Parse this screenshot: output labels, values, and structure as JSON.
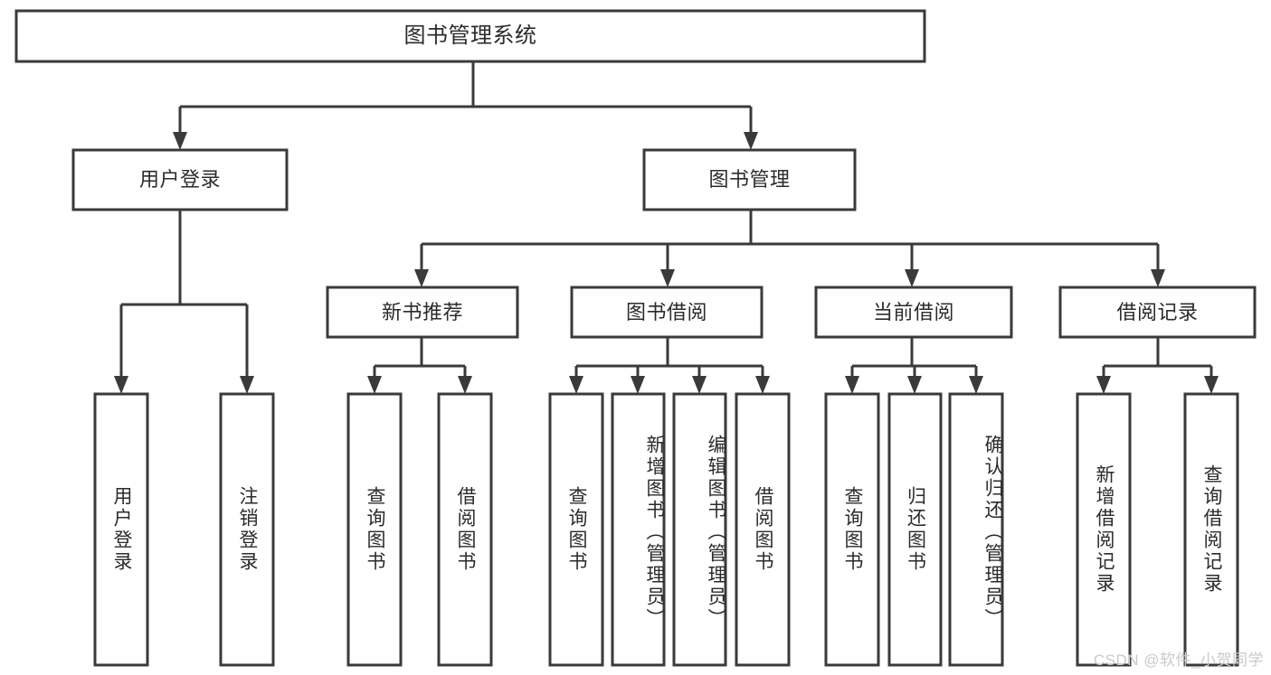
{
  "diagram": {
    "type": "tree",
    "title": "图书管理系统",
    "orientation": "top-down",
    "colors": {
      "box_stroke": "#3a3a3a",
      "box_fill": "#ffffff",
      "connector": "#3a3a3a",
      "text": "#2b2b2b",
      "background": "#ffffff",
      "watermark": "#c9c9c9"
    },
    "levels": {
      "root": [
        "图书管理系统"
      ],
      "level2": [
        "用户登录",
        "图书管理"
      ],
      "level3": [
        "新书推荐",
        "图书借阅",
        "当前借阅",
        "借阅记录"
      ],
      "level4": [
        "用户登录",
        "注销登录",
        "查询图书",
        "借阅图书",
        "查询图书",
        "新增图书（管理员）",
        "编辑图书（管理员）",
        "借阅图书",
        "查询图书",
        "归还图书",
        "确认归还（管理员）",
        "新增借阅记录",
        "查询借阅记录"
      ]
    },
    "nodes": {
      "root": {
        "label": "图书管理系统"
      },
      "user_login": {
        "label": "用户登录"
      },
      "book_manage": {
        "label": "图书管理"
      },
      "new_book_rec": {
        "label": "新书推荐"
      },
      "book_borrow": {
        "label": "图书借阅"
      },
      "current_borrow": {
        "label": "当前借阅"
      },
      "borrow_record": {
        "label": "借阅记录"
      },
      "leaf_user_login": {
        "label": "用户登录"
      },
      "leaf_logout": {
        "label": "注销登录"
      },
      "leaf_query_book_1": {
        "label": "查询图书"
      },
      "leaf_borrow_book_1": {
        "label": "借阅图书"
      },
      "leaf_query_book_2": {
        "label": "查询图书"
      },
      "leaf_add_book": {
        "label": "新增图书（管理员）"
      },
      "leaf_edit_book": {
        "label": "编辑图书（管理员）"
      },
      "leaf_borrow_book_2": {
        "label": "借阅图书"
      },
      "leaf_query_book_3": {
        "label": "查询图书"
      },
      "leaf_return_book": {
        "label": "归还图书"
      },
      "leaf_confirm_return": {
        "label": "确认归还（管理员）"
      },
      "leaf_add_record": {
        "label": "新增借阅记录"
      },
      "leaf_query_record": {
        "label": "查询借阅记录"
      }
    },
    "edges": [
      {
        "from": "root",
        "to": "user_login"
      },
      {
        "from": "root",
        "to": "book_manage"
      },
      {
        "from": "user_login",
        "to": "leaf_user_login"
      },
      {
        "from": "user_login",
        "to": "leaf_logout"
      },
      {
        "from": "book_manage",
        "to": "new_book_rec"
      },
      {
        "from": "book_manage",
        "to": "book_borrow"
      },
      {
        "from": "book_manage",
        "to": "current_borrow"
      },
      {
        "from": "book_manage",
        "to": "borrow_record"
      },
      {
        "from": "new_book_rec",
        "to": "leaf_query_book_1"
      },
      {
        "from": "new_book_rec",
        "to": "leaf_borrow_book_1"
      },
      {
        "from": "book_borrow",
        "to": "leaf_query_book_2"
      },
      {
        "from": "book_borrow",
        "to": "leaf_add_book"
      },
      {
        "from": "book_borrow",
        "to": "leaf_edit_book"
      },
      {
        "from": "book_borrow",
        "to": "leaf_borrow_book_2"
      },
      {
        "from": "current_borrow",
        "to": "leaf_query_book_3"
      },
      {
        "from": "current_borrow",
        "to": "leaf_return_book"
      },
      {
        "from": "current_borrow",
        "to": "leaf_confirm_return"
      },
      {
        "from": "borrow_record",
        "to": "leaf_add_record"
      },
      {
        "from": "borrow_record",
        "to": "leaf_query_record"
      }
    ]
  },
  "watermark": {
    "text": "CSDN @软件_小贺同学"
  }
}
